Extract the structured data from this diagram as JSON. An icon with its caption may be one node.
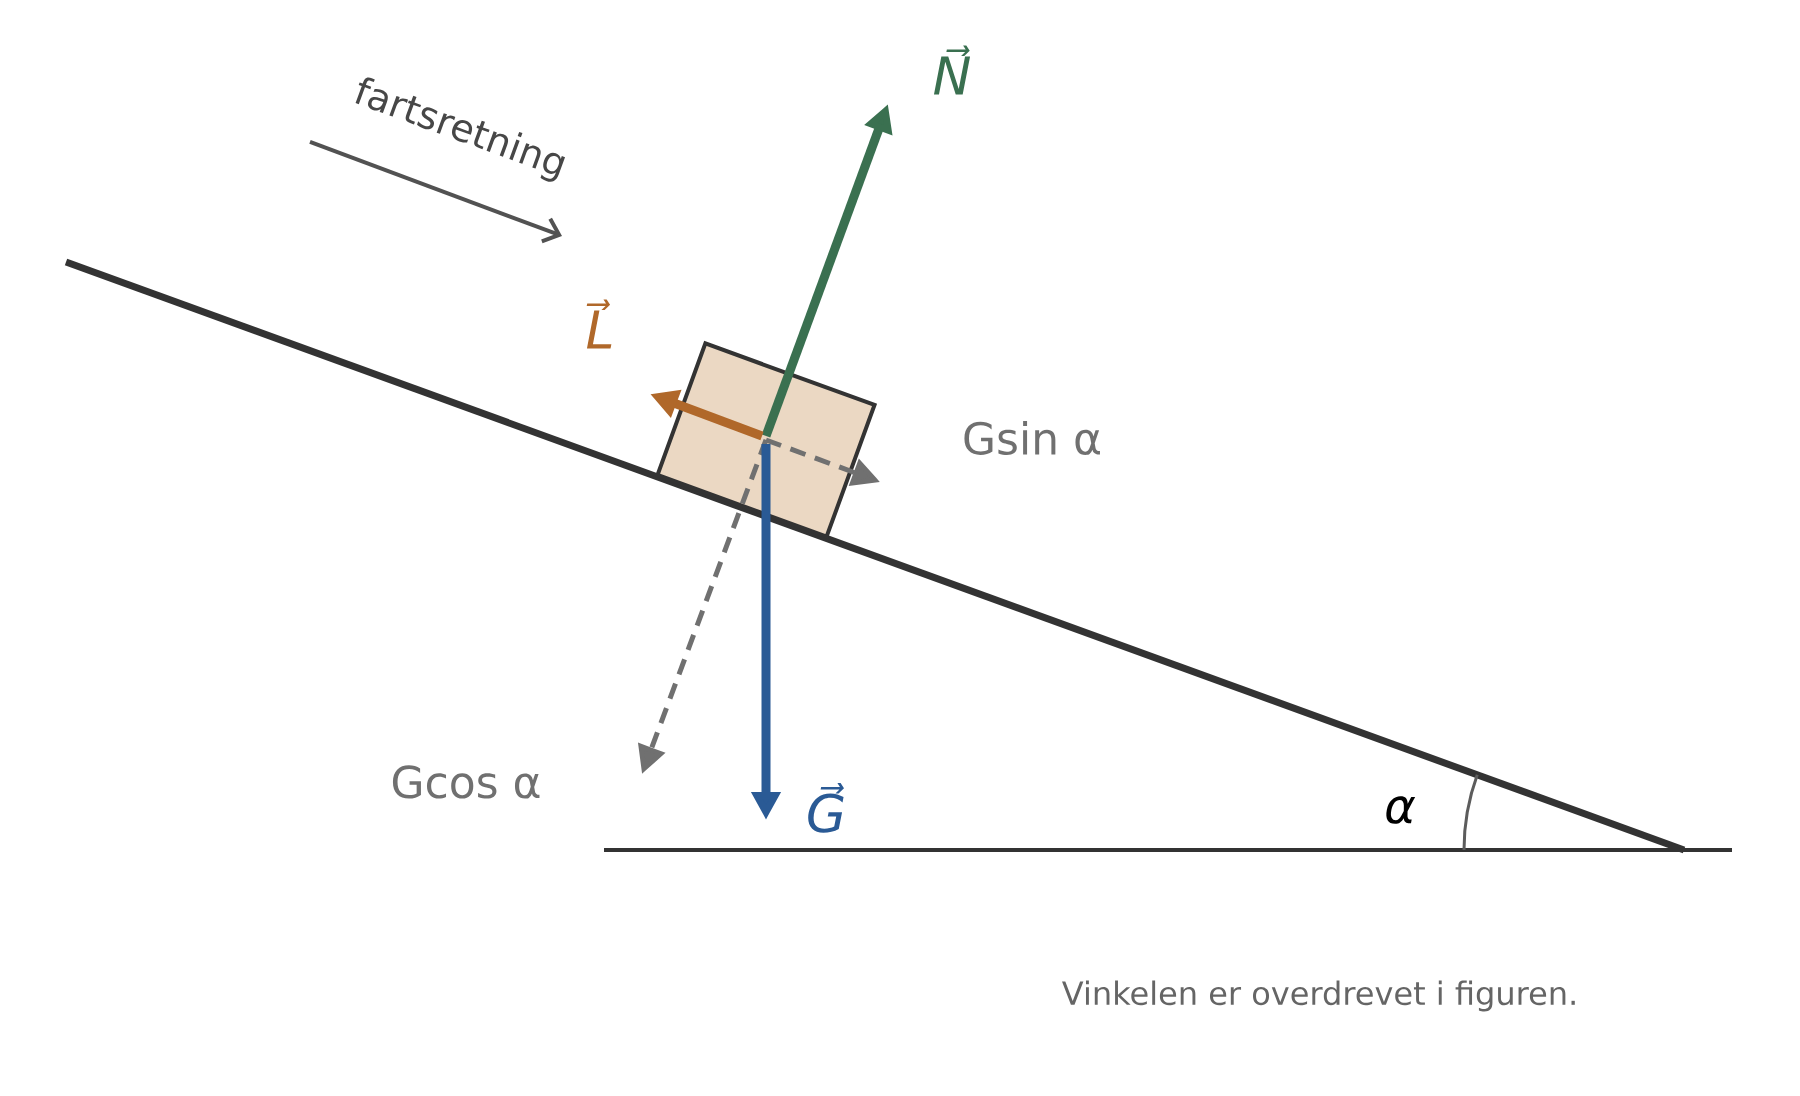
{
  "diagram": {
    "caption": "Vinkelen er overdrevet i figuren.",
    "nodes": [
      {
        "text": [],
        "shape": "box"
      }
    ],
    "labels": [
      "fartsretning",
      "N⃗",
      "L⃗",
      "Gsin α",
      "Gcos α",
      "G⃗",
      "α"
    ]
  }
}
